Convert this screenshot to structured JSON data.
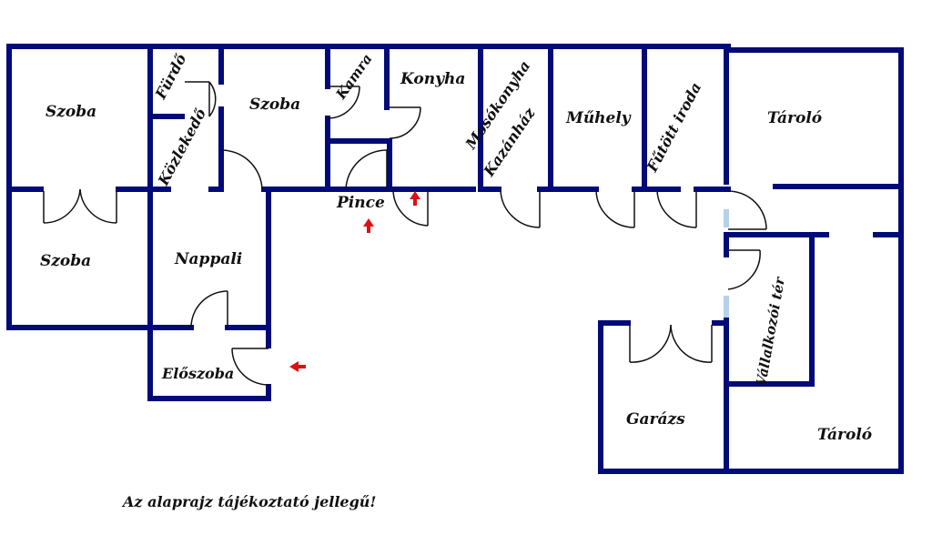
{
  "rooms": {
    "szoba_1": "Szoba",
    "szoba_2": "Szoba",
    "szoba_3": "Szoba",
    "furdo": "Fürdő",
    "kozlekedo": "Közlekedő",
    "nappali": "Nappali",
    "eloszoba": "Előszoba",
    "kamra": "Kamra",
    "konyha": "Konyha",
    "pince": "Pince",
    "mosokonyha": "Mosókonyha",
    "kazanhaz": "Kazánház",
    "muhely": "Műhely",
    "futott_iroda": "Fűtött iroda",
    "tarolo_1": "Tároló",
    "tarolo_2": "Tároló",
    "vallalkozoi_ter": "Vállalkozói tér",
    "garazs": "Garázs"
  },
  "note": "Az alaprajz tájékoztató jellegű!",
  "colors": {
    "wall": "#000a78",
    "window": "#b6d1ea",
    "entrance_arrow": "#dd1111"
  }
}
